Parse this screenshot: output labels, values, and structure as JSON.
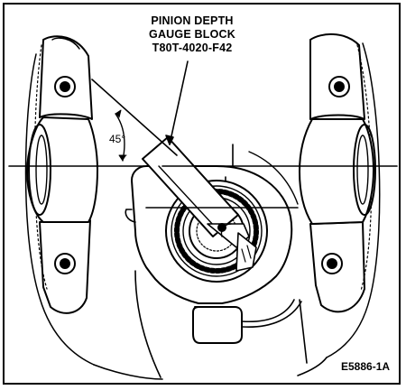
{
  "callout": {
    "line1": "PINION DEPTH",
    "line2": "GAUGE BLOCK",
    "line3": "T80T-4020-F42"
  },
  "angle": {
    "label": "45°"
  },
  "figure": {
    "id": "E5886-1A"
  }
}
